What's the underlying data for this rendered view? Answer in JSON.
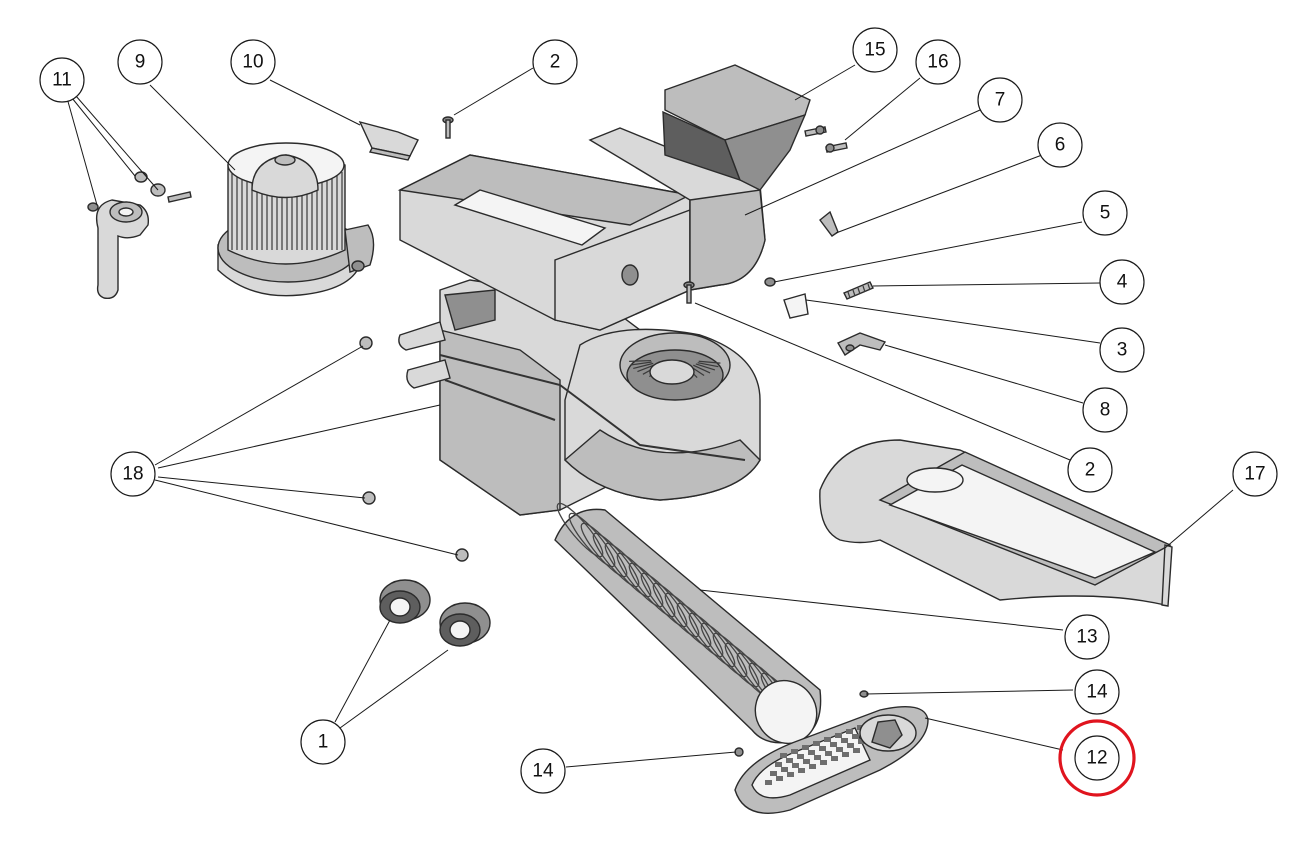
{
  "diagram": {
    "balloons": [
      {
        "id": "b11",
        "label": "11"
      },
      {
        "id": "b9",
        "label": "9"
      },
      {
        "id": "b10",
        "label": "10"
      },
      {
        "id": "b2a",
        "label": "2"
      },
      {
        "id": "b15",
        "label": "15"
      },
      {
        "id": "b16",
        "label": "16"
      },
      {
        "id": "b7",
        "label": "7"
      },
      {
        "id": "b6",
        "label": "6"
      },
      {
        "id": "b5",
        "label": "5"
      },
      {
        "id": "b4",
        "label": "4"
      },
      {
        "id": "b3",
        "label": "3"
      },
      {
        "id": "b8",
        "label": "8"
      },
      {
        "id": "b2b",
        "label": "2"
      },
      {
        "id": "b17",
        "label": "17"
      },
      {
        "id": "b18",
        "label": "18"
      },
      {
        "id": "b13",
        "label": "13"
      },
      {
        "id": "b14a",
        "label": "14"
      },
      {
        "id": "b12",
        "label": "12"
      },
      {
        "id": "b14b",
        "label": "14"
      },
      {
        "id": "b1",
        "label": "1"
      }
    ],
    "highlighted_balloon": "12",
    "highlight_color": "#e0141e"
  }
}
